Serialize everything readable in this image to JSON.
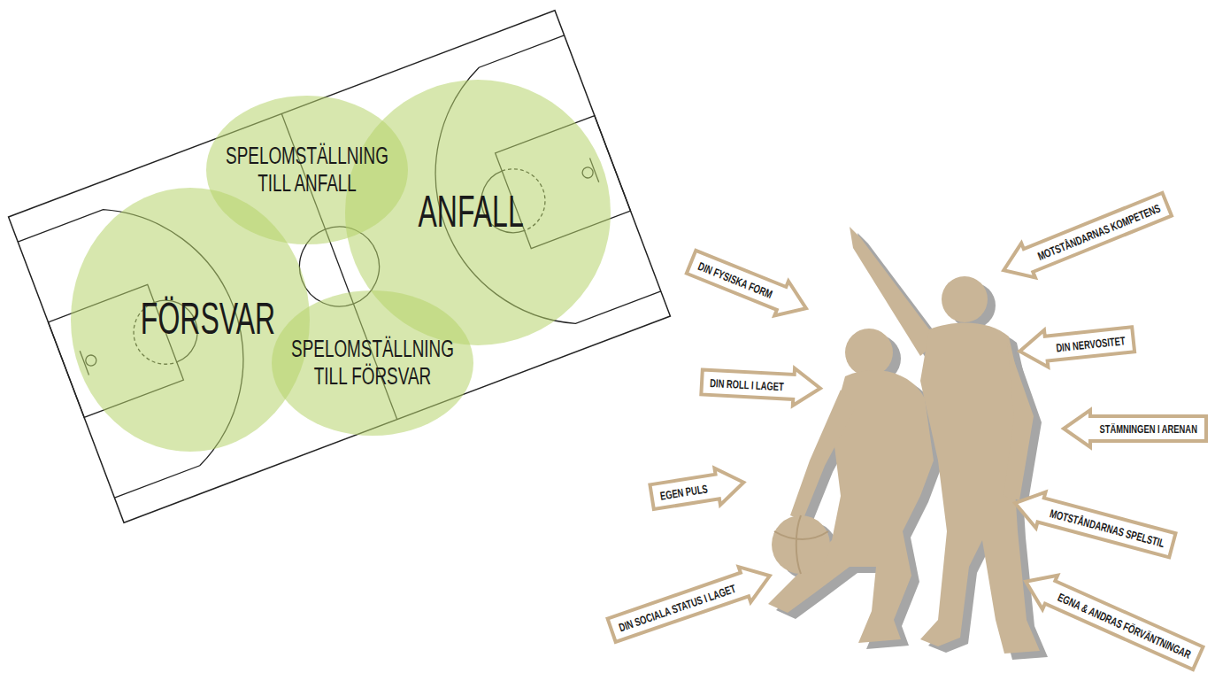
{
  "diagram": {
    "nodes": [
      {
        "text": [
          "SPELOMSTÄLLNING TILL ANFALL"
        ]
      },
      {
        "text": [
          "ANFALL"
        ]
      },
      {
        "text": [
          "FÖRSVAR"
        ]
      },
      {
        "text": [
          "SPELOMSTÄLLNING TILL FÖRSVAR"
        ]
      },
      {
        "text": [
          "DIN FYSISKA FORM"
        ]
      },
      {
        "text": [
          "MOTSTÅNDARNAS KOMPETENS"
        ]
      },
      {
        "text": [
          "DIN NERVOSITET"
        ]
      },
      {
        "text": [
          "DIN ROLL I LAGET"
        ]
      },
      {
        "text": [
          "STÄMNINGEN I ARENAN"
        ]
      },
      {
        "text": [
          "EGEN PULS"
        ]
      },
      {
        "text": [
          "MOTSTÅNDARNAS SPELSTIL"
        ]
      },
      {
        "text": [
          "DIN SOCIALA STATUS I LAGET"
        ]
      },
      {
        "text": [
          "EGNA & ANDRAS FÖRVÄNTNINGAR"
        ]
      }
    ]
  }
}
